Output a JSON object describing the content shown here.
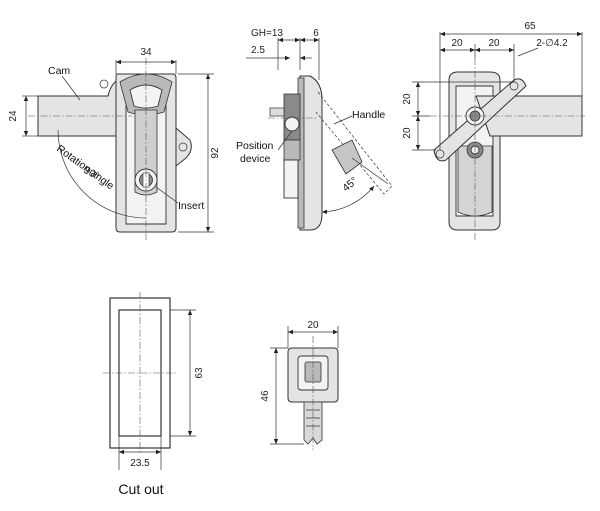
{
  "views": {
    "front": {
      "dim_width": "34",
      "dim_cam": "24",
      "dim_height": "92",
      "label_cam": "Cam",
      "label_angle": "90°",
      "label_rotation": "Rotation angle",
      "label_insert": "Insert"
    },
    "side": {
      "dim_gh": "GH=13",
      "dim_six": "6",
      "dim_two_five": "2.5",
      "label_handle": "Handle",
      "label_position": "Position",
      "label_device": "device",
      "label_angle": "45°"
    },
    "back": {
      "dim_total": "65",
      "dim_left": "20",
      "dim_right": "20",
      "dim_hole": "2-∅4.2",
      "dim_top_v": "20",
      "dim_bottom_v": "20"
    },
    "cutout": {
      "dim_height": "63",
      "dim_width": "23.5",
      "caption": "Cut out"
    },
    "key": {
      "dim_width": "20",
      "dim_height": "46"
    }
  }
}
